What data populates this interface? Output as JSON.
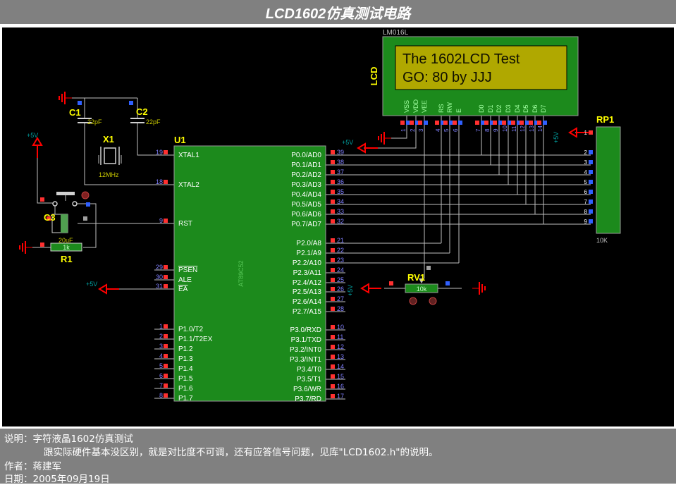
{
  "title": "LCD1602仿真测试电路",
  "lcd": {
    "model": "LM016L",
    "label": "LCD",
    "line1": "The 1602LCD Test",
    "line2": "GO:   80  by JJJ",
    "pins": [
      "VSS",
      "VDD",
      "VEE",
      "RS",
      "RW",
      "E",
      "D0",
      "D1",
      "D2",
      "D3",
      "D4",
      "D5",
      "D6",
      "D7"
    ],
    "pin_numbers": [
      "1",
      "2",
      "3",
      "4",
      "5",
      "6",
      "7",
      "8",
      "9",
      "10",
      "11",
      "12",
      "13",
      "14"
    ]
  },
  "mcu": {
    "ref": "U1",
    "part": "AT89C52",
    "left_pins": [
      {
        "num": "19",
        "name": "XTAL1"
      },
      {
        "num": "18",
        "name": "XTAL2"
      },
      {
        "num": "9",
        "name": "RST"
      },
      {
        "num": "29",
        "name": "PSEN"
      },
      {
        "num": "30",
        "name": "ALE"
      },
      {
        "num": "31",
        "name": "EA"
      },
      {
        "num": "1",
        "name": "P1.0/T2"
      },
      {
        "num": "2",
        "name": "P1.1/T2EX"
      },
      {
        "num": "3",
        "name": "P1.2"
      },
      {
        "num": "4",
        "name": "P1.3"
      },
      {
        "num": "5",
        "name": "P1.4"
      },
      {
        "num": "6",
        "name": "P1.5"
      },
      {
        "num": "7",
        "name": "P1.6"
      },
      {
        "num": "8",
        "name": "P1.7"
      }
    ],
    "p0": [
      {
        "num": "39",
        "name": "P0.0/AD0"
      },
      {
        "num": "38",
        "name": "P0.1/AD1"
      },
      {
        "num": "37",
        "name": "P0.2/AD2"
      },
      {
        "num": "36",
        "name": "P0.3/AD3"
      },
      {
        "num": "35",
        "name": "P0.4/AD4"
      },
      {
        "num": "34",
        "name": "P0.5/AD5"
      },
      {
        "num": "33",
        "name": "P0.6/AD6"
      },
      {
        "num": "32",
        "name": "P0.7/AD7"
      }
    ],
    "p2": [
      {
        "num": "21",
        "name": "P2.0/A8"
      },
      {
        "num": "22",
        "name": "P2.1/A9"
      },
      {
        "num": "23",
        "name": "P2.2/A10"
      },
      {
        "num": "24",
        "name": "P2.3/A11"
      },
      {
        "num": "25",
        "name": "P2.4/A12"
      },
      {
        "num": "26",
        "name": "P2.5/A13"
      },
      {
        "num": "27",
        "name": "P2.6/A14"
      },
      {
        "num": "28",
        "name": "P2.7/A15"
      }
    ],
    "p3": [
      {
        "num": "10",
        "name": "P3.0/RXD"
      },
      {
        "num": "11",
        "name": "P3.1/TXD"
      },
      {
        "num": "12",
        "name": "P3.2/INT0"
      },
      {
        "num": "13",
        "name": "P3.3/INT1"
      },
      {
        "num": "14",
        "name": "P3.4/T0"
      },
      {
        "num": "15",
        "name": "P3.5/T1"
      },
      {
        "num": "16",
        "name": "P3.6/WR"
      },
      {
        "num": "17",
        "name": "P3.7/RD"
      }
    ]
  },
  "parts": {
    "c1": {
      "ref": "C1",
      "value": "22pF"
    },
    "c2": {
      "ref": "C2",
      "value": "22pF"
    },
    "x1": {
      "ref": "X1",
      "value": "12MHz"
    },
    "c3": {
      "ref": "C3",
      "value": "20uF"
    },
    "r1": {
      "ref": "R1",
      "value": "1k"
    },
    "rv1": {
      "ref": "RV1",
      "value": "10k"
    },
    "rp1": {
      "ref": "RP1",
      "value": "10K",
      "pins": [
        "1",
        "2",
        "3",
        "4",
        "5",
        "6",
        "7",
        "8",
        "9"
      ]
    }
  },
  "power": {
    "vcc": "+5V"
  },
  "notes": {
    "line1": "说明：字符液晶1602仿真测试",
    "line2": "跟实际硬件基本没区别，就是对比度不可调，还有应答信号问题，见库\"LCD1602.h\"的说明。",
    "line3": "作者：蒋建军",
    "line4": "日期：2005年09月19日"
  },
  "colors": {
    "chip_fill": "#1c8a1c",
    "chip_border": "#9a9a9a",
    "lcd_screen": "#b0a800",
    "lcd_text": "#101000",
    "wire": "#c0c0c0",
    "ref_label": "#ffff00",
    "part_value": "#c8c800",
    "power_red": "#ff0000",
    "pin_blue": "#3060ff",
    "pin_red": "#ff3030",
    "power_label": "#00a0a0"
  },
  "icons": [
    "ground-symbol-icon",
    "power-arrow-icon",
    "crystal-icon",
    "capacitor-icon",
    "resistor-icon",
    "push-button-icon"
  ]
}
